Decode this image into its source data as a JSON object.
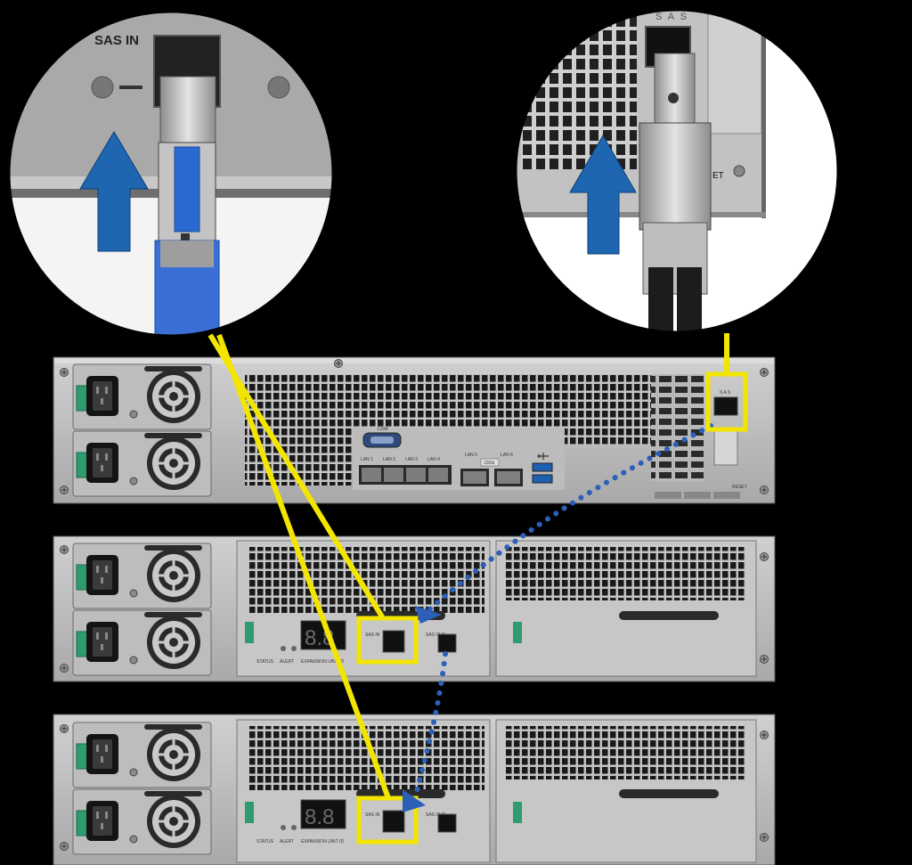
{
  "diagram": {
    "zoom_left": {
      "port_label": "SAS IN"
    },
    "zoom_right": {
      "port_label": "S A S",
      "reset_fragment": "ET"
    },
    "server": {
      "com_label": "COM",
      "lan_labels": [
        "LAN 1",
        "LAN 2",
        "LAN 3",
        "LAN 4"
      ],
      "lan10g_labels": [
        "LAN 5",
        "LAN 6"
      ],
      "tengig_label": "10Gb",
      "usb_label": "USB",
      "sas_label": "S A S",
      "reset_label": "RESET"
    },
    "expansion_units": [
      {
        "display": "8.8",
        "status_label": "STATUS",
        "alert_label": "ALERT",
        "unit_id_label": "EXPANSION UNIT ID",
        "sas_in_label": "SAS IN",
        "sas_out_label": "SAS OUT"
      },
      {
        "display": "8.8",
        "status_label": "STATUS",
        "alert_label": "ALERT",
        "unit_id_label": "EXPANSION UNIT ID",
        "sas_in_label": "SAS IN",
        "sas_out_label": "SAS OUT"
      }
    ],
    "colors": {
      "highlight": "#f2e600",
      "arrow_blue": "#1f66b0",
      "dotted_blue": "#2b5fb8",
      "chassis": "#b9b9b9",
      "power_green": "#2e9c6e"
    },
    "icons": [
      "up-arrow-icon",
      "usb-icon",
      "power-socket-icon",
      "fan-icon"
    ]
  }
}
